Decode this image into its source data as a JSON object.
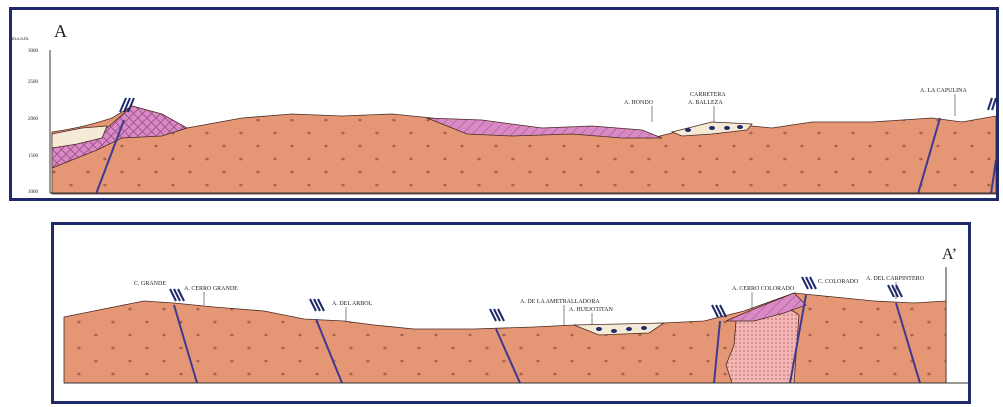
{
  "panel_a": {
    "section_letter": "A",
    "axis_unit": "m.s.n.m.",
    "ticks": [
      "3000",
      "2500",
      "2000",
      "1500",
      "1000"
    ],
    "labels": {
      "hondo": "A. HONDO",
      "carretera_1": "CARRETERA",
      "carretera_2": "A. BALLEZA",
      "capulina": "A. LA CAPULINA"
    }
  },
  "panel_b": {
    "section_letter": "A’",
    "labels": {
      "c_grande": "C. GRANDE",
      "a_cerro_grande": "A. CERRO GRANDE",
      "a_del_arbol": "A. DEL ARBOL",
      "a_ametralladora": "A. DE LA AMETRALLADORA",
      "a_huejotitan": "A. HUEJOTITAN",
      "a_cerro_colorado": "A. CERRO COLORADO",
      "c_colorado": "C. COLORADO",
      "a_carpintero": "A. DEL CARPINTERO"
    }
  },
  "colors": {
    "frame": "#1f2a6b",
    "volcanic": "#e59775",
    "hatched": "#d98ac4",
    "alluvium": "#f4ead6",
    "intrusive": "#f3b6b4",
    "fault": "#3d3b8e"
  }
}
